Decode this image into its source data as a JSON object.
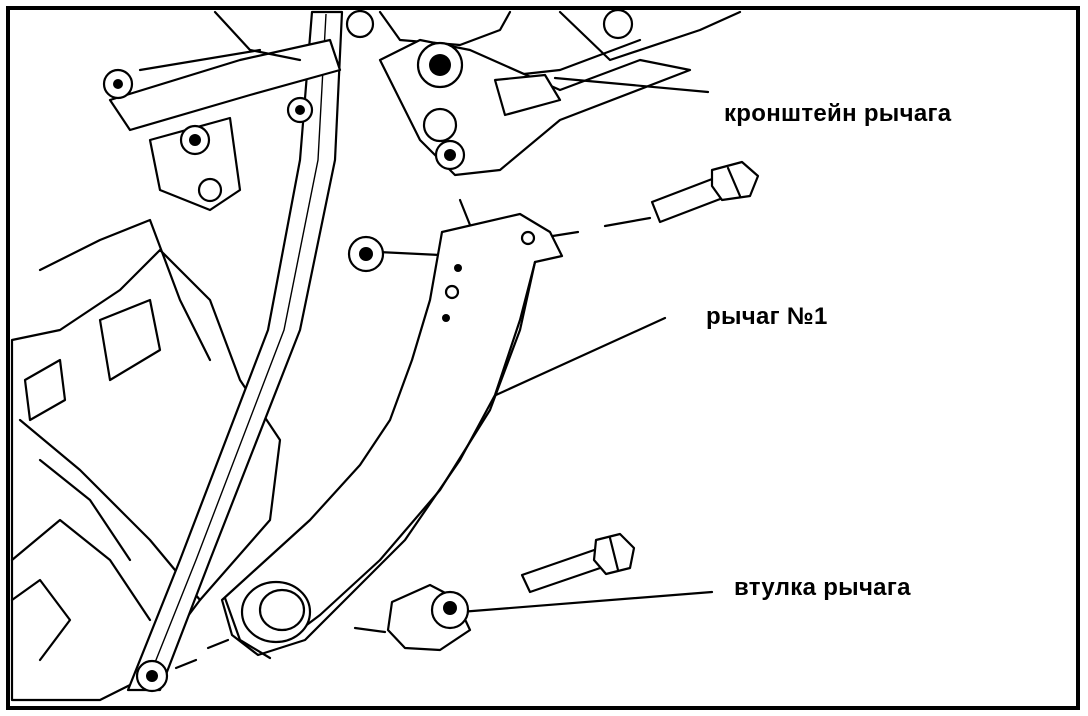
{
  "labels": {
    "bracket": "кронштейн рычага",
    "lever": "рычаг №1",
    "bushing": "втулка рычага"
  },
  "colors": {
    "line": "#000000",
    "background": "#ffffff"
  }
}
